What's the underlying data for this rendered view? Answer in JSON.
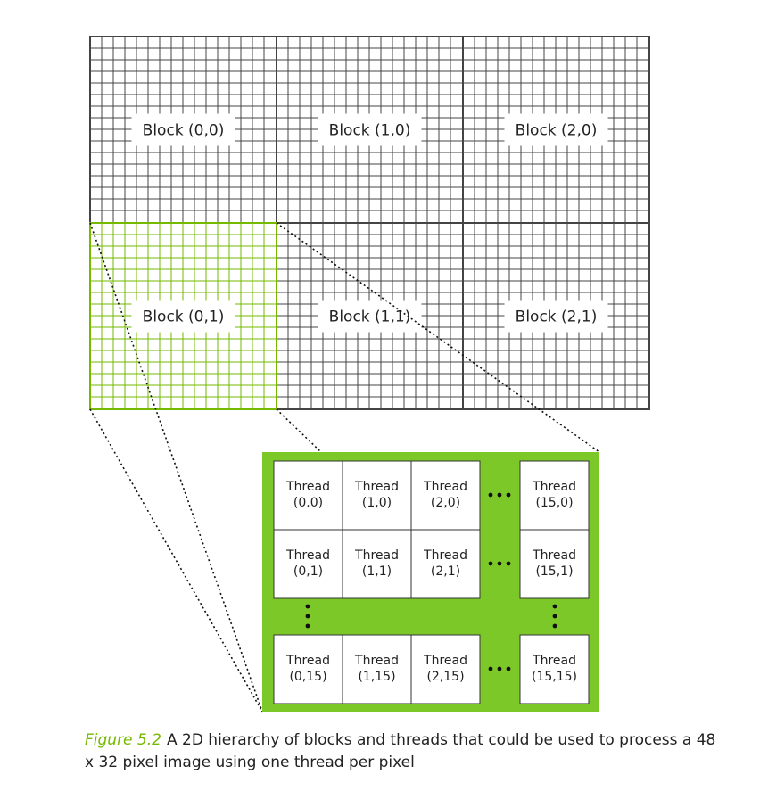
{
  "colors": {
    "accent": "#76b900",
    "grid": "#444444",
    "panel": "#7cc828",
    "text": "#222222"
  },
  "blocks": [
    {
      "label": "Block (0,0)",
      "highlight": false
    },
    {
      "label": "Block (1,0)",
      "highlight": false
    },
    {
      "label": "Block (2,0)",
      "highlight": false
    },
    {
      "label": "Block (0,1)",
      "highlight": true
    },
    {
      "label": "Block (1,1)",
      "highlight": false
    },
    {
      "label": "Block (2,1)",
      "highlight": false
    }
  ],
  "threads": {
    "word": "Thread",
    "rows": [
      [
        "(0.0)",
        "(1,0)",
        "(2,0)",
        "(15,0)"
      ],
      [
        "(0,1)",
        "(1,1)",
        "(2,1)",
        "(15,1)"
      ],
      [
        "(0,15)",
        "(1,15)",
        "(2,15)",
        "(15,15)"
      ]
    ]
  },
  "caption": {
    "figure": "Figure 5.2",
    "text": "A 2D hierarchy of blocks and threads that could be used to process a 48 x 32 pixel image using one thread per pixel"
  }
}
